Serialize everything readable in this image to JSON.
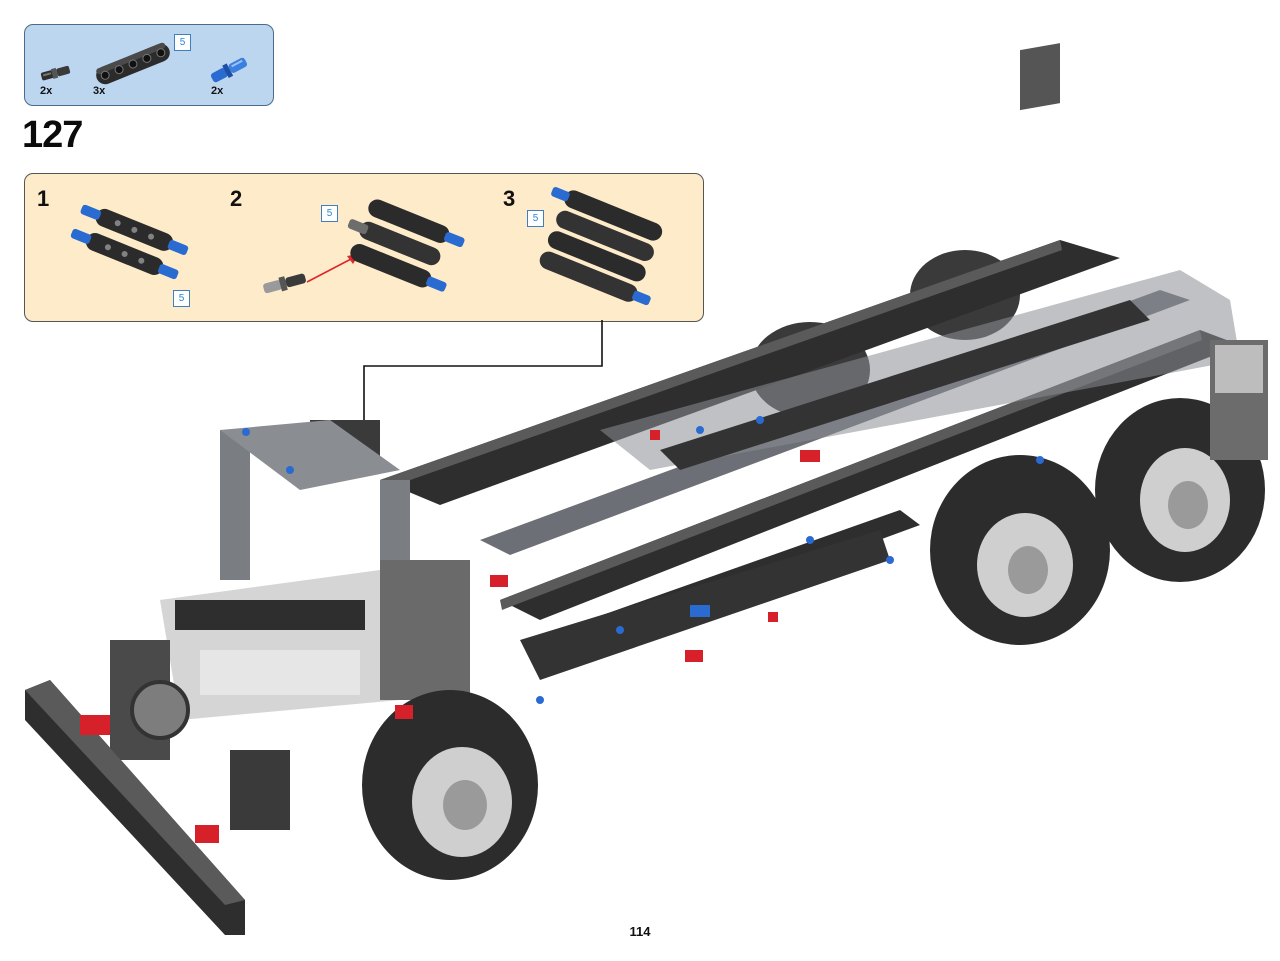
{
  "parts_list": {
    "items": [
      {
        "part": "black-axle-pin",
        "quantity": "2x"
      },
      {
        "part": "black-beam",
        "quantity": "3x",
        "length": "5"
      },
      {
        "part": "blue-axle-pin",
        "quantity": "2x"
      }
    ]
  },
  "step": {
    "number": "127",
    "substeps": [
      {
        "number": "1",
        "badge": "5"
      },
      {
        "number": "2",
        "badge": "5"
      },
      {
        "number": "3",
        "badge": "5"
      }
    ]
  },
  "page_number": "114",
  "colors": {
    "parts_box_bg": "#bcd6ef",
    "substep_box_bg": "#fdebc9",
    "beam_black": "#2b2b2b",
    "pin_blue": "#2a6bd1",
    "pin_red": "#d6212a",
    "arrow_red": "#e0262b",
    "frame_gray": "#8a8e94"
  },
  "icons": [
    "black-axle-pin-icon",
    "black-beam-icon",
    "blue-axle-pin-icon",
    "insert-arrow-icon",
    "chassis-illustration"
  ]
}
